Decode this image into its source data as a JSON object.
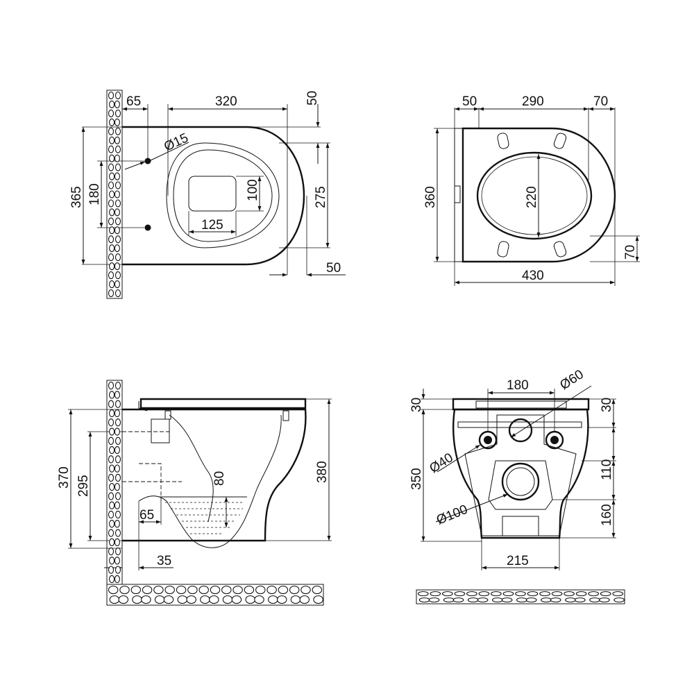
{
  "views": {
    "top": {
      "dims": {
        "d65": "65",
        "d320": "320",
        "d50_top": "50",
        "d15": "Ø15",
        "d365": "365",
        "d180": "180",
        "d100": "100",
        "d275": "275",
        "d125": "125",
        "d50_bottom": "50"
      }
    },
    "seat": {
      "dims": {
        "d50": "50",
        "d290": "290",
        "d70_top": "70",
        "d360": "360",
        "d220": "220",
        "d70_right": "70",
        "d430": "430"
      }
    },
    "side": {
      "dims": {
        "d370": "370",
        "d295": "295",
        "d80": "80",
        "d380": "380",
        "d65": "65",
        "d35": "35"
      }
    },
    "rear": {
      "dims": {
        "d180": "180",
        "d60": "Ø60",
        "d30_left": "30",
        "d30_right": "30",
        "d40": "Ø40",
        "d350": "350",
        "d110": "110",
        "d100": "Ø100",
        "d160": "160",
        "d215": "215"
      }
    }
  }
}
